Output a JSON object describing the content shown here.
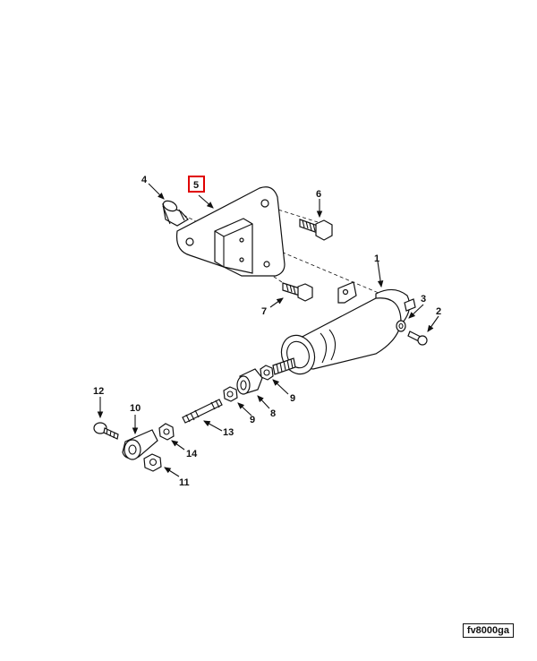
{
  "callouts": [
    {
      "id": "1",
      "label": "1"
    },
    {
      "id": "2",
      "label": "2"
    },
    {
      "id": "3",
      "label": "3"
    },
    {
      "id": "4",
      "label": "4"
    },
    {
      "id": "5",
      "label": "5",
      "highlighted": true
    },
    {
      "id": "6",
      "label": "6"
    },
    {
      "id": "7",
      "label": "7"
    },
    {
      "id": "8",
      "label": "8"
    },
    {
      "id": "9a",
      "label": "9"
    },
    {
      "id": "9b",
      "label": "9"
    },
    {
      "id": "10",
      "label": "10"
    },
    {
      "id": "11",
      "label": "11"
    },
    {
      "id": "12",
      "label": "12"
    },
    {
      "id": "13",
      "label": "13"
    },
    {
      "id": "14",
      "label": "14"
    }
  ],
  "figure_ref": "fv8000ga",
  "colors": {
    "line": "#111111",
    "highlight": "#e00000",
    "background": "#ffffff"
  }
}
